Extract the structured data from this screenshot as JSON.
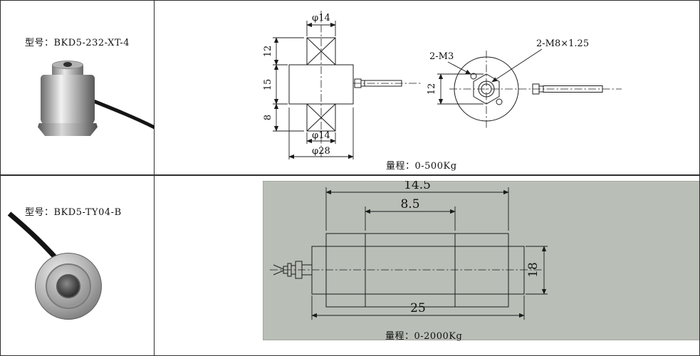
{
  "page": {
    "background": "#ffffff",
    "border_color": "#2e2e2e",
    "panel_gray": "#b9beb6",
    "line_color": "#1c1c1c"
  },
  "rows": [
    {
      "model_label": "型号：BKD5-232-XT-4",
      "range_label": "量程：0-500Kg",
      "front_view": {
        "dia_top": "φ14",
        "h_top": "12",
        "h_mid": "15",
        "h_bot": "8",
        "dia_bottom": "φ14",
        "dia_body": "φ28"
      },
      "side_view": {
        "holes": "2-M3",
        "thread": "2-M8×1.25",
        "hex_width": "12"
      }
    },
    {
      "model_label": "型号：BKD5-TY04-B",
      "range_label": "量程：0-2000Kg",
      "profile_view": {
        "len_outer": "14.5",
        "len_inner": "8.5",
        "len_total": "25",
        "height": "18"
      }
    }
  ]
}
